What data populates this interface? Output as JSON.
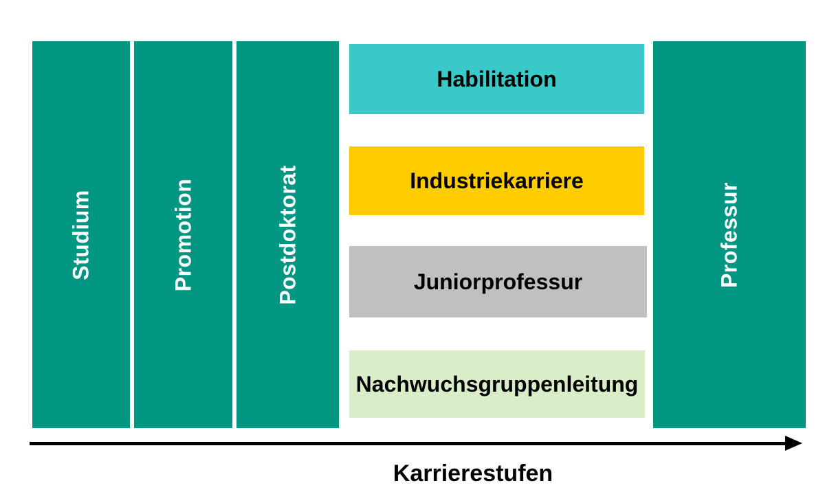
{
  "diagram": {
    "title": "Karrierestufen",
    "colors": {
      "stage_teal": "#009682",
      "habilitation_turquoise": "#3AC8C8",
      "industrie_yellow": "#FFCC00",
      "junior_gray": "#C0C0C0",
      "nachwuchs_lightgreen": "#D9EDC9",
      "arrow_black": "#000000",
      "stage_text": "#FFFFFF",
      "path_text": "#000000"
    },
    "stages": [
      {
        "id": "studium",
        "label": "Studium"
      },
      {
        "id": "promotion",
        "label": "Promotion"
      },
      {
        "id": "postdoktorat",
        "label": "Postdoktorat"
      },
      {
        "id": "professur",
        "label": "Professur"
      }
    ],
    "paths": [
      {
        "id": "habilitation",
        "label": "Habilitation",
        "color": "#3AC8C8"
      },
      {
        "id": "industrie",
        "label": "Industriekarriere",
        "color": "#FFCC00"
      },
      {
        "id": "junior",
        "label": "Juniorprofessur",
        "color": "#C0C0C0"
      },
      {
        "id": "nachwuchs",
        "label": "Nachwuchsgruppenleitung",
        "color": "#D9EDC9"
      }
    ],
    "axis": {
      "label": "Karrierestufen"
    }
  }
}
